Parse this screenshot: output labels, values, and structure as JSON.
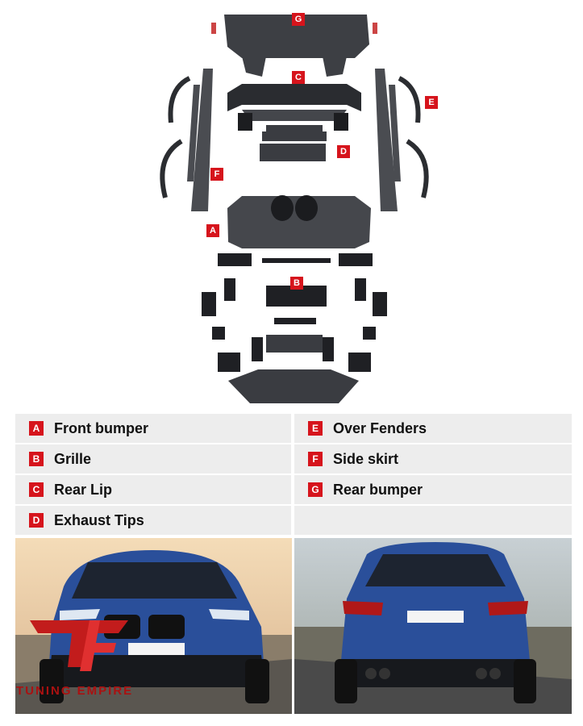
{
  "badges": {
    "g": "G",
    "c": "C",
    "e": "E",
    "d": "D",
    "f": "F",
    "a": "A",
    "b": "B"
  },
  "legend": [
    {
      "letter": "A",
      "label": "Front bumper"
    },
    {
      "letter": "E",
      "label": "Over Fenders"
    },
    {
      "letter": "B",
      "label": "Grille"
    },
    {
      "letter": "F",
      "label": "Side skirt"
    },
    {
      "letter": "C",
      "label": "Rear Lip"
    },
    {
      "letter": "G",
      "label": "Rear bumper"
    },
    {
      "letter": "D",
      "label": "Exhaust Tips"
    }
  ],
  "logo": {
    "text": "TUNING EMPIRE"
  },
  "colors": {
    "accent": "#d6141c",
    "car_blue": "#2a4f9a"
  }
}
